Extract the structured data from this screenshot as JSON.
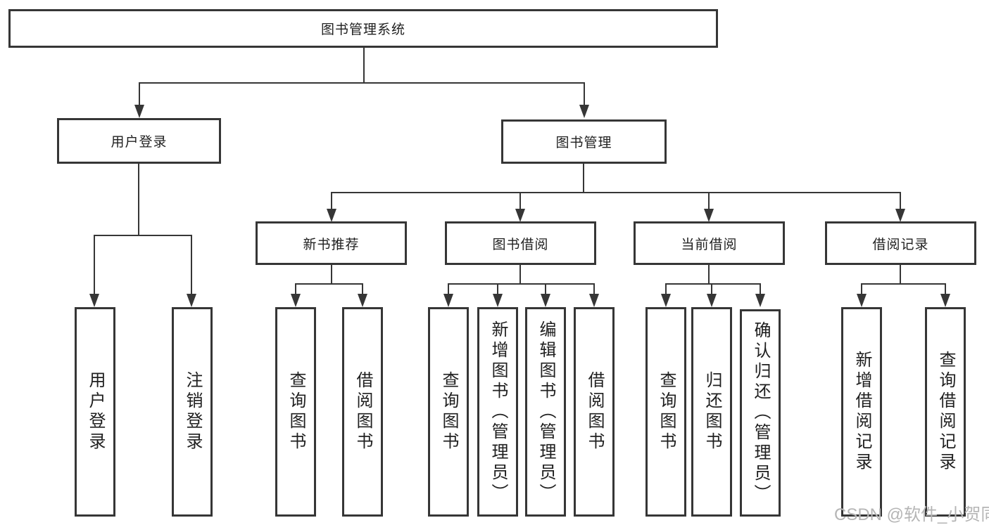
{
  "nodes": {
    "root": {
      "label": "图书管理系统"
    },
    "user_login": {
      "label": "用户登录"
    },
    "book_mgmt": {
      "label": "图书管理"
    },
    "new_book_rec": {
      "label": "新书推荐"
    },
    "book_borrow": {
      "label": "图书借阅"
    },
    "current_borrow": {
      "label": "当前借阅"
    },
    "borrow_records": {
      "label": "借阅记录"
    },
    "leaf_user_login": {
      "label": "用户登录"
    },
    "leaf_logout": {
      "label": "注销登录"
    },
    "leaf_nb_query_books": {
      "label": "查询图书"
    },
    "leaf_nb_borrow_books": {
      "label": "借阅图书"
    },
    "leaf_bb_query_books": {
      "label": "查询图书"
    },
    "leaf_bb_add_books": {
      "label": "新增图书（管理员）"
    },
    "leaf_bb_edit_books": {
      "label": "编辑图书（管理员）"
    },
    "leaf_bb_borrow_books": {
      "label": "借阅图书"
    },
    "leaf_cb_query_books": {
      "label": "查询图书"
    },
    "leaf_cb_return_books": {
      "label": "归还图书"
    },
    "leaf_cb_confirm_return": {
      "label": "确认归还（管理员）"
    },
    "leaf_br_add_record": {
      "label": "新增借阅记录"
    },
    "leaf_br_query_record": {
      "label": "查询借阅记录"
    }
  },
  "hierarchy": {
    "图书管理系统": {
      "用户登录": [
        "用户登录",
        "注销登录"
      ],
      "图书管理": {
        "新书推荐": [
          "查询图书",
          "借阅图书"
        ],
        "图书借阅": [
          "查询图书",
          "新增图书（管理员）",
          "编辑图书（管理员）",
          "借阅图书"
        ],
        "当前借阅": [
          "查询图书",
          "归还图书",
          "确认归还（管理员）"
        ],
        "借阅记录": [
          "新增借阅记录",
          "查询借阅记录"
        ]
      }
    }
  },
  "watermark": {
    "text": "CSDN @软件_小贺同学",
    "color": "#b5b5b5"
  },
  "colors": {
    "line": "#363636",
    "text": "#1f1f1f",
    "background": "#ffffff"
  }
}
